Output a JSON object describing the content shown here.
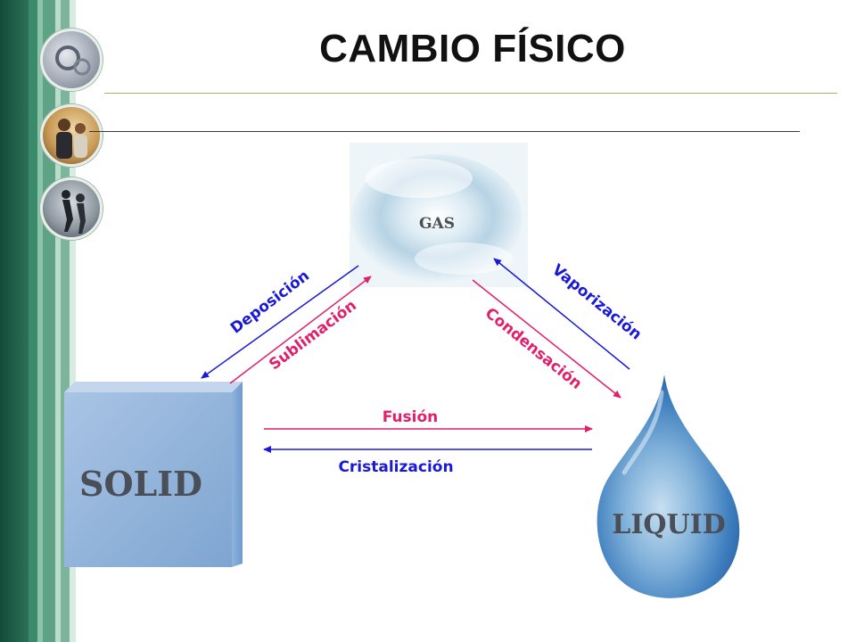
{
  "title": "CAMBIO FÍSICO",
  "states": {
    "gas": "GAS",
    "solid": "SOLID",
    "liquid": "LIQUID"
  },
  "transitions": {
    "deposicion": "Deposición",
    "sublimacion": "Sublimación",
    "vaporizacion": "Vaporización",
    "condensacion": "Condensación",
    "fusion": "Fusión",
    "cristalizacion": "Cristalización"
  },
  "colors": {
    "blue_arrows": "#1a1ad6",
    "pink_arrows": "#e0206a",
    "sidebar_dark": "#1f5a45",
    "sidebar_mid": "#3f8f72",
    "rule_green": "#9aba6a"
  },
  "icons": [
    "gears-photo-icon",
    "business-people-photo-icon",
    "walking-people-photo-icon"
  ]
}
